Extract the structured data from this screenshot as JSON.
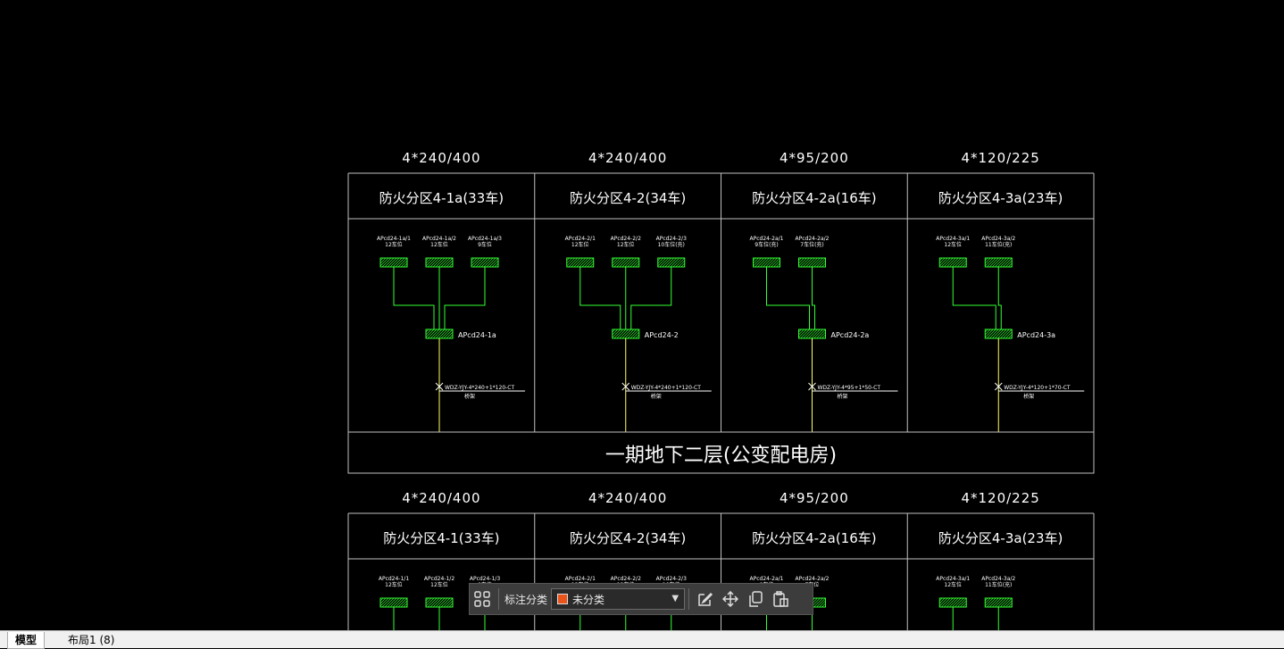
{
  "block1": {
    "headers": [
      "4*240/400",
      "4*240/400",
      "4*95/200",
      "4*120/225"
    ],
    "zones": [
      "防火分区4-1a(33车)",
      "防火分区4-2(34车)",
      "防火分区4-2a(16车)",
      "防火分区4-3a(23车)"
    ],
    "feeders": [
      "APcd24-1a",
      "APcd24-2",
      "APcd24-2a",
      "APcd24-3a"
    ],
    "cables": [
      "WDZ-YJY-4*240+1*120-CT",
      "WDZ-YJY-4*240+1*120-CT",
      "WDZ-YJY-4*95+1*50-CT",
      "WDZ-YJY-4*120+1*70-CT"
    ],
    "cable_note": "桥架",
    "sub_boxes": [
      [
        {
          "name": "APcd24-1a/1",
          "desc": "12车位"
        },
        {
          "name": "APcd24-1a/2",
          "desc": "12车位"
        },
        {
          "name": "APcd24-1a/3",
          "desc": "9车位"
        }
      ],
      [
        {
          "name": "APcd24-2/1",
          "desc": "12车位"
        },
        {
          "name": "APcd24-2/2",
          "desc": "12车位"
        },
        {
          "name": "APcd24-2/3",
          "desc": "10车位(充)"
        }
      ],
      [
        {
          "name": "APcd24-2a/1",
          "desc": "9车位(充)"
        },
        {
          "name": "APcd24-2a/2",
          "desc": "7车位(充)"
        }
      ],
      [
        {
          "name": "APcd24-3a/1",
          "desc": "12车位"
        },
        {
          "name": "APcd24-3a/2",
          "desc": "11车位(充)"
        }
      ]
    ],
    "footer": "一期地下二层(公变配电房)"
  },
  "block2": {
    "headers": [
      "4*240/400",
      "4*240/400",
      "4*95/200",
      "4*120/225"
    ],
    "zones": [
      "防火分区4-1(33车)",
      "防火分区4-2(34车)",
      "防火分区4-2a(16车)",
      "防火分区4-3a(23车)"
    ],
    "sub_boxes": [
      [
        {
          "name": "APcd24-1/1",
          "desc": "12车位"
        },
        {
          "name": "APcd24-1/2",
          "desc": "12车位"
        },
        {
          "name": "APcd24-1/3",
          "desc": "9车位"
        }
      ],
      [
        {
          "name": "APcd24-2/1",
          "desc": "12车位"
        },
        {
          "name": "APcd24-2/2",
          "desc": "12车位"
        },
        {
          "name": "APcd24-2/3",
          "desc": "10车位"
        }
      ],
      [
        {
          "name": "APcd24-2a/1",
          "desc": "9车位"
        },
        {
          "name": "APcd24-2a/2",
          "desc": "7车位"
        }
      ],
      [
        {
          "name": "APcd24-3a/1",
          "desc": "12车位"
        },
        {
          "name": "APcd24-3a/2",
          "desc": "11车位(充)"
        }
      ]
    ]
  },
  "colors": {
    "highlight": "#ff33ff",
    "box_green": "#33ff33",
    "line_yellow": "#ffff66",
    "line_white": "#ffffff",
    "category_swatch": "#e8541a"
  },
  "toolbar": {
    "grid_icon": "grid-icon",
    "label": "标注分类",
    "select_value": "未分类",
    "icons": [
      "edit-icon",
      "move-icon",
      "copy-icon",
      "paste-icon"
    ]
  },
  "tabs": {
    "model": "模型",
    "layout": "布局1 (8)"
  }
}
